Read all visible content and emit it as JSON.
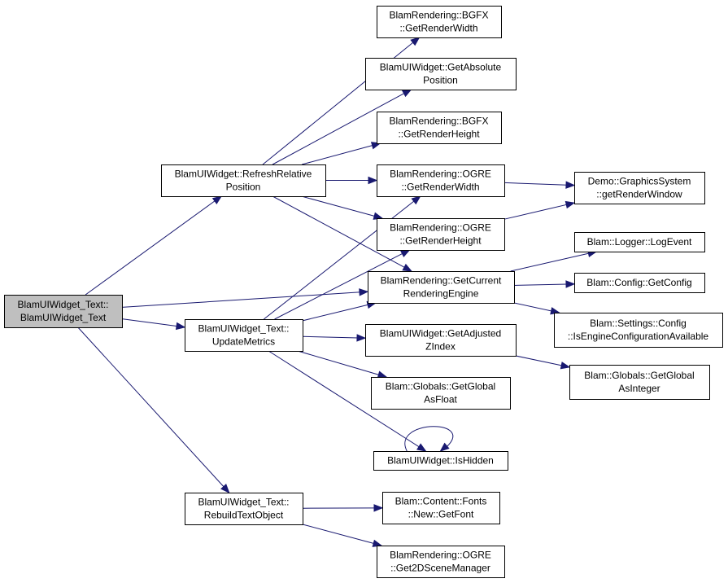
{
  "diagram": {
    "nodes": [
      {
        "id": "text_ctor",
        "lines": [
          "BlamUIWidget_Text::",
          "BlamUIWidget_Text"
        ],
        "root": true
      },
      {
        "id": "refresh",
        "lines": [
          "BlamUIWidget::RefreshRelative",
          "Position"
        ]
      },
      {
        "id": "update",
        "lines": [
          "BlamUIWidget_Text::",
          "UpdateMetrics"
        ]
      },
      {
        "id": "rebuild",
        "lines": [
          "BlamUIWidget_Text::",
          "RebuildTextObject"
        ]
      },
      {
        "id": "bgfx_w",
        "lines": [
          "BlamRendering::BGFX",
          "::GetRenderWidth"
        ]
      },
      {
        "id": "abs_pos",
        "lines": [
          "BlamUIWidget::GetAbsolute",
          "Position"
        ]
      },
      {
        "id": "bgfx_h",
        "lines": [
          "BlamRendering::BGFX",
          "::GetRenderHeight"
        ]
      },
      {
        "id": "ogre_w",
        "lines": [
          "BlamRendering::OGRE",
          "::GetRenderWidth"
        ]
      },
      {
        "id": "ogre_h",
        "lines": [
          "BlamRendering::OGRE",
          "::GetRenderHeight"
        ]
      },
      {
        "id": "cur_engine",
        "lines": [
          "BlamRendering::GetCurrent",
          "RenderingEngine"
        ]
      },
      {
        "id": "adj_z",
        "lines": [
          "BlamUIWidget::GetAdjusted",
          "ZIndex"
        ]
      },
      {
        "id": "glob_float",
        "lines": [
          "Blam::Globals::GetGlobal",
          "AsFloat"
        ]
      },
      {
        "id": "is_hidden",
        "lines": [
          "BlamUIWidget::IsHidden"
        ]
      },
      {
        "id": "get_font",
        "lines": [
          "Blam::Content::Fonts",
          "::New::GetFont"
        ]
      },
      {
        "id": "scene_mgr",
        "lines": [
          "BlamRendering::OGRE",
          "::Get2DSceneManager"
        ]
      },
      {
        "id": "render_win",
        "lines": [
          "Demo::GraphicsSystem",
          "::getRenderWindow"
        ]
      },
      {
        "id": "log_event",
        "lines": [
          "Blam::Logger::LogEvent"
        ]
      },
      {
        "id": "get_config",
        "lines": [
          "Blam::Config::GetConfig"
        ]
      },
      {
        "id": "engine_cfg",
        "lines": [
          "Blam::Settings::Config",
          "::IsEngineConfigurationAvailable"
        ]
      },
      {
        "id": "glob_int",
        "lines": [
          "Blam::Globals::GetGlobal",
          "AsInteger"
        ]
      }
    ],
    "edges": [
      {
        "from": "text_ctor",
        "to": "refresh"
      },
      {
        "from": "text_ctor",
        "to": "cur_engine"
      },
      {
        "from": "text_ctor",
        "to": "update"
      },
      {
        "from": "text_ctor",
        "to": "rebuild"
      },
      {
        "from": "refresh",
        "to": "bgfx_w"
      },
      {
        "from": "refresh",
        "to": "abs_pos"
      },
      {
        "from": "refresh",
        "to": "bgfx_h"
      },
      {
        "from": "refresh",
        "to": "ogre_w"
      },
      {
        "from": "refresh",
        "to": "ogre_h"
      },
      {
        "from": "refresh",
        "to": "cur_engine"
      },
      {
        "from": "update",
        "to": "ogre_w"
      },
      {
        "from": "update",
        "to": "ogre_h"
      },
      {
        "from": "update",
        "to": "cur_engine"
      },
      {
        "from": "update",
        "to": "adj_z"
      },
      {
        "from": "update",
        "to": "glob_float"
      },
      {
        "from": "update",
        "to": "is_hidden"
      },
      {
        "from": "is_hidden",
        "to": "is_hidden"
      },
      {
        "from": "rebuild",
        "to": "get_font"
      },
      {
        "from": "rebuild",
        "to": "scene_mgr"
      },
      {
        "from": "ogre_w",
        "to": "render_win"
      },
      {
        "from": "ogre_h",
        "to": "render_win"
      },
      {
        "from": "cur_engine",
        "to": "log_event"
      },
      {
        "from": "cur_engine",
        "to": "get_config"
      },
      {
        "from": "cur_engine",
        "to": "engine_cfg"
      },
      {
        "from": "adj_z",
        "to": "glob_int"
      }
    ],
    "colors": {
      "edge": "#191970",
      "node_border": "#000000",
      "node_fill": "#ffffff",
      "root_fill": "#bfbfbf"
    }
  }
}
